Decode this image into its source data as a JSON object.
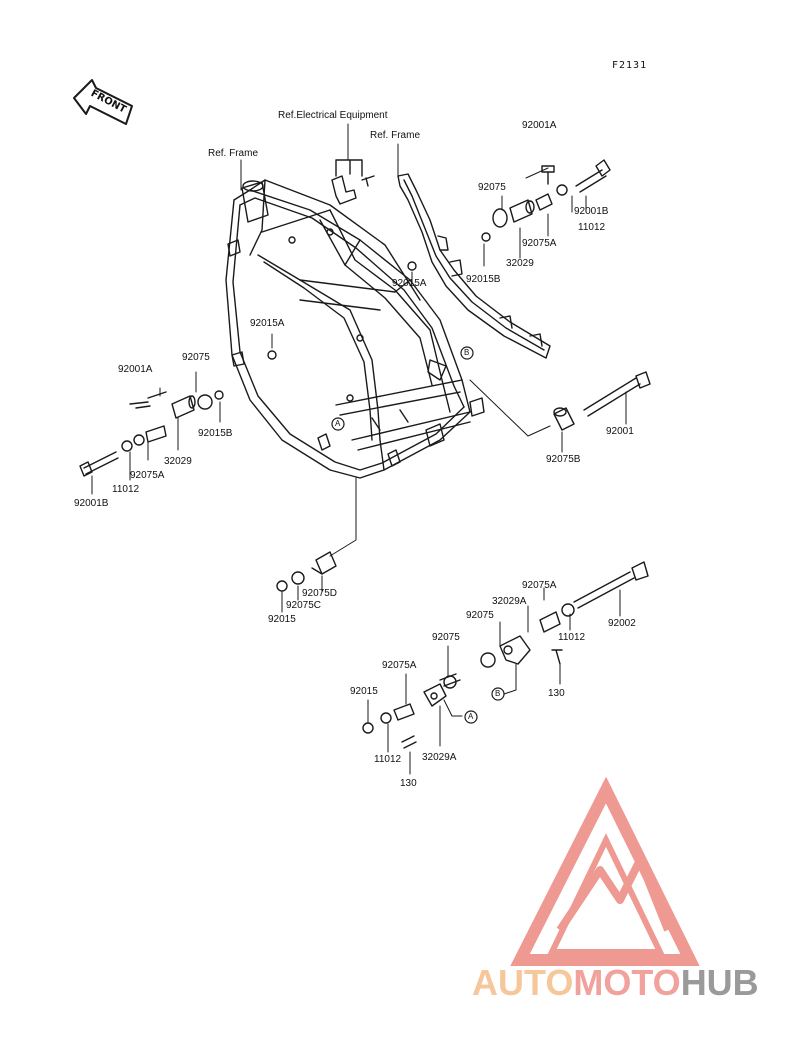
{
  "figure_code": "F2131",
  "front_arrow": "FRONT",
  "refs": {
    "electrical": "Ref.Electrical Equipment",
    "frame_left": "Ref. Frame",
    "frame_right": "Ref. Frame"
  },
  "part_labels": [
    "92001A",
    "92075",
    "11012",
    "92001B",
    "92075A",
    "32029",
    "92015A",
    "92015B",
    "92015A",
    "92001A",
    "92075",
    "92015B",
    "32029",
    "92075A",
    "11012",
    "92001B",
    "92001",
    "92075B",
    "92075D",
    "92075C",
    "92015",
    "92075A",
    "32029A",
    "92075",
    "11012",
    "92002",
    "130",
    "92075",
    "92075A",
    "92015",
    "11012",
    "32029A",
    "130"
  ],
  "markers": [
    "A",
    "B",
    "A",
    "B"
  ],
  "watermark": {
    "part1": "AUTO",
    "part2": "MOTO",
    "part3": "HUB"
  },
  "colors": {
    "line": "#1a1a1a",
    "logo_red": "#ee8f88",
    "logo_orange": "#f6c79a",
    "logo_gray": "#9a9a9a"
  }
}
